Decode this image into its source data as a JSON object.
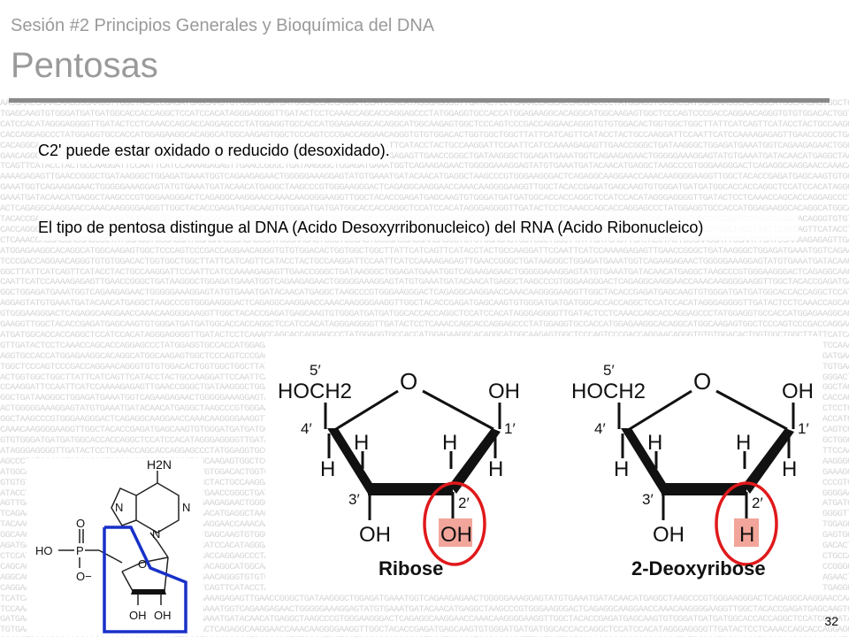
{
  "slide": {
    "subtitle": "Sesión #2 Principios Generales y Bioquímica del DNA",
    "title": "Pentosas",
    "paragraphs": [
      "C2' puede estar oxidado o reducido (desoxidado).",
      "El tipo de pentosa distingue al DNA (Acido Desoxyrribonucleico) del RNA (Acido Ribonucleico)"
    ],
    "page_number": "32"
  },
  "background": {
    "dna_sequence": "AAGGAACCAAACAAGGGGAAGGTTGGCTACACCGAGATGAGCAAGTGTGGGATGATGATGGCACCACCAGGCTCCATCCACATAGGGAGGGGTTGATACTCCTCAAACCAGCACCAGGAGCCCTATGGAGGTGCCACCATGGAGAAGGCACAGGCATGGCAAGAGTGGCTCCCAGTCCCGACCAGGAACAGGGTGTGTGGACACTGGTGGCTGGCTTATTCATCAGTTCATACCTACTGCCAAGGATTCCAATTCATCCAAAAGAGAGTTGAACCGGGCTGATAAGGGCTGGAGATGAAATGGTCAGAAGAGAACTGGGGGAAAGGAGTATGTGAAATGATACAACATGAGGCTAAGCCCGTGGGAAGGGACTCAGAGGC"
  },
  "figure": {
    "nucleotide": {
      "amine": "H2N",
      "nitrogen": "N",
      "oxygen": "O",
      "phosphate_left": "HO",
      "phosphorus": "P",
      "phosphate_oxygen_minus": "O−",
      "hydroxyls": [
        "OH",
        "OH"
      ]
    },
    "ribose": {
      "name": "Ribose",
      "c5": "HOCH2",
      "ring_oxygen": "O",
      "c1_oh": "OH",
      "c2_substituent": "OH",
      "c3_oh": "OH",
      "hydrogen": "H",
      "primes": [
        "5′",
        "4′",
        "3′",
        "2′",
        "1′"
      ]
    },
    "deoxyribose": {
      "name": "2-Deoxyribose",
      "c5": "HOCH2",
      "ring_oxygen": "O",
      "c1_oh": "OH",
      "c2_substituent": "H",
      "c3_oh": "OH",
      "hydrogen": "H",
      "primes": [
        "5′",
        "4′",
        "3′",
        "2′",
        "1′"
      ]
    },
    "colors": {
      "highlight_circle": "#e0191b",
      "highlight_box": "#f2a59a",
      "sugar_outline": "#1830c8"
    }
  }
}
